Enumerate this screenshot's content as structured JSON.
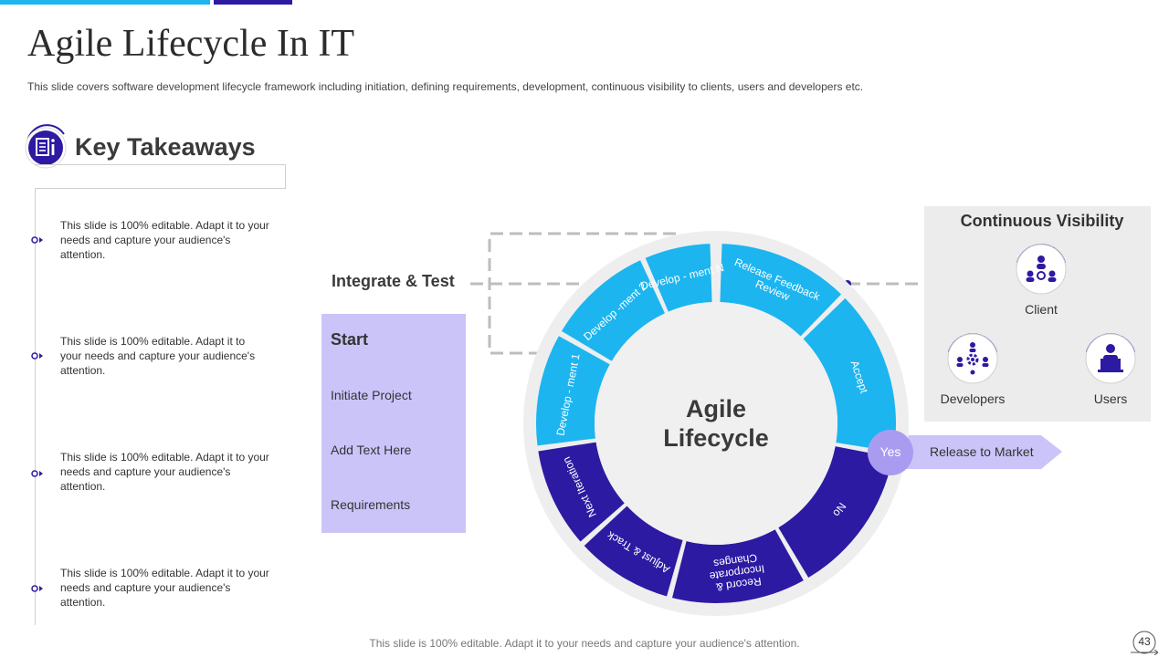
{
  "header": {
    "title": "Agile Lifecycle In IT",
    "subtitle": "This slide covers software development  lifecycle framework  including initiation, defining requirements,  development,  continuous visibility to clients, users and developers  etc."
  },
  "takeaways": {
    "title": "Key Takeaways",
    "icon": "document-info-icon",
    "items": [
      {
        "text": "This slide is 100% editable. Adapt it to your needs and capture your audience's attention."
      },
      {
        "text": "This slide is 100% editable. Adapt it to your needs and capture your audience's attention."
      },
      {
        "text": "This slide is 100% editable. Adapt it to your needs and capture your audience's attention."
      },
      {
        "text": "This slide is 100% editable. Adapt it to your needs and capture your audience's attention."
      }
    ]
  },
  "integrate_label": "Integrate & Test",
  "start": {
    "title": "Start",
    "items": [
      "Initiate Project",
      "Add Text Here",
      "Requirements"
    ]
  },
  "cycle": {
    "center_line1": "Agile",
    "center_line2": "Lifecycle",
    "segments": [
      {
        "line1": "Release Feedback",
        "line2": "Review"
      },
      {
        "line1": "Accept",
        "line2": ""
      },
      {
        "line1": "No",
        "line2": ""
      },
      {
        "line1": "Record &",
        "line2": "Incorporate",
        "line3": "Changes"
      },
      {
        "line1": "Adjust & Track",
        "line2": ""
      },
      {
        "line1": "Next Iteration",
        "line2": ""
      },
      {
        "line1": "Develop  - ment 1",
        "line2": ""
      },
      {
        "line1": "Develop -ment 2",
        "line2": ""
      },
      {
        "line1": "Develop  - ment N",
        "line2": ""
      }
    ],
    "colors": {
      "cyan": "#1cb5f0",
      "navy": "#2d1aa3",
      "ring_bg": "#eeeeee",
      "center": "#f0f0f0"
    }
  },
  "release": {
    "yes_label": "Yes",
    "label": "Release to Market",
    "color": "#cbc4f9",
    "yes_color": "#a99cf0"
  },
  "visibility": {
    "title": "Continuous Visibility",
    "roles": [
      {
        "label": "Client",
        "icon": "client-network-icon"
      },
      {
        "label": "Developers",
        "icon": "developers-gear-icon"
      },
      {
        "label": "Users",
        "icon": "user-laptop-icon"
      }
    ]
  },
  "footer": "This slide is 100% editable. Adapt it to your needs and capture your audience's attention.",
  "page_number": "43"
}
